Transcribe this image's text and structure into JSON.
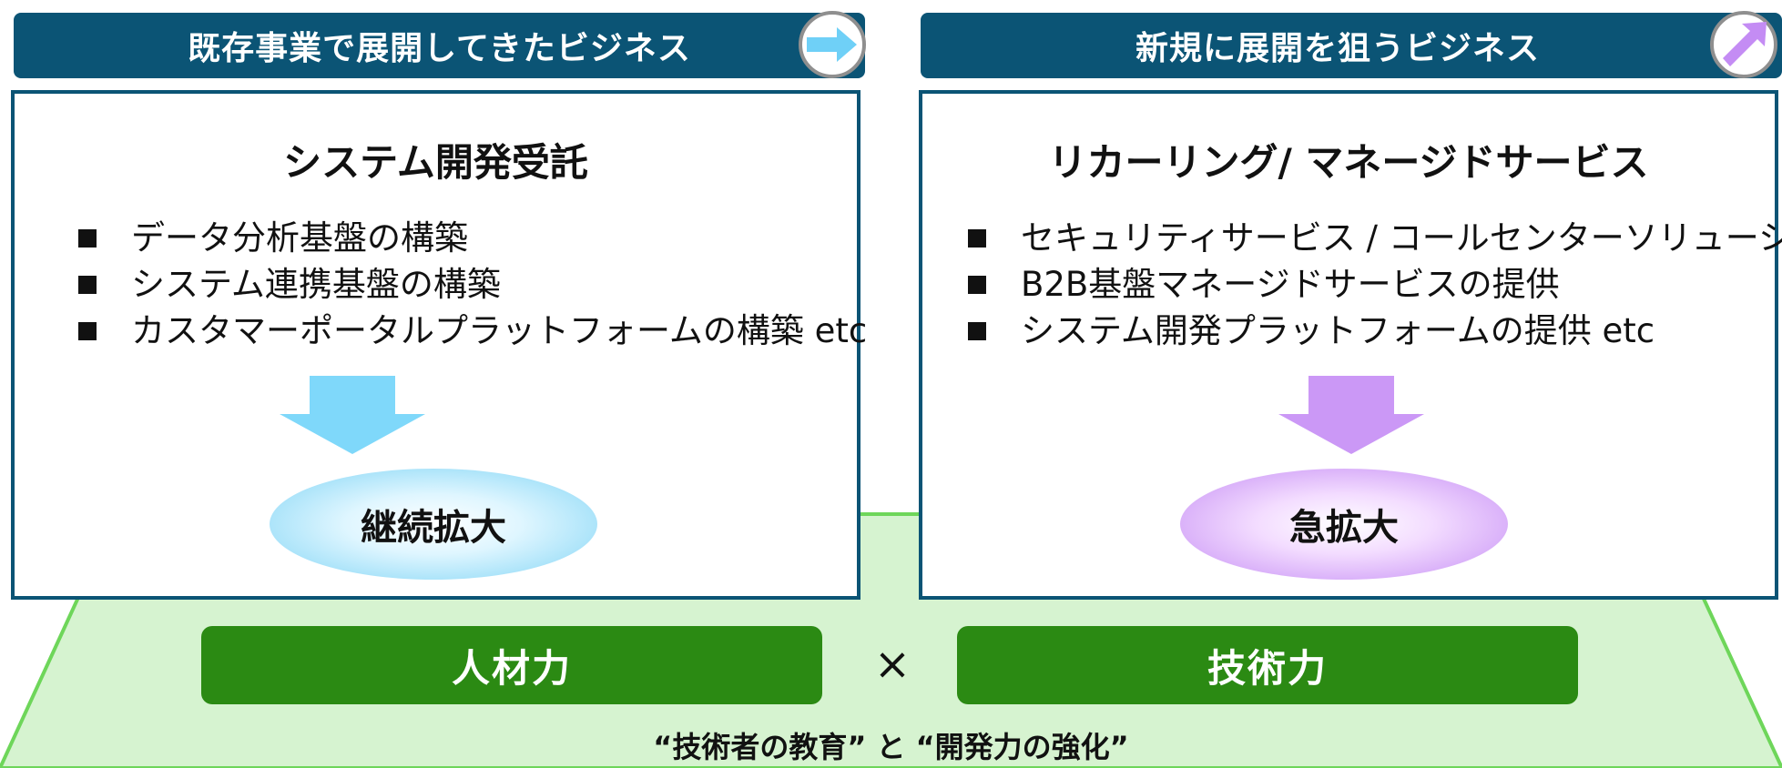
{
  "headers": {
    "left": "既存事業で展開してきたビジネス",
    "right": "新規に展開を狙うビジネス"
  },
  "icons": {
    "left": "right-arrow-icon",
    "right": "up-right-arrow-icon"
  },
  "left_card": {
    "title": "システム開発受託",
    "bullets": [
      "データ分析基盤の構築",
      "システム連携基盤の構築",
      "カスタマーポータルプラットフォームの構築 etc"
    ],
    "result": "継続拡大"
  },
  "right_card": {
    "title": "リカーリング/ マネージドサービス",
    "bullets": [
      "セキュリティサービス / コールセンターソリューション",
      "B2B基盤マネージドサービスの提供",
      "システム開発プラットフォームの提供 etc"
    ],
    "result": "急拡大"
  },
  "foundation": {
    "left_label": "人材力",
    "operator": "×",
    "right_label": "技術力",
    "caption": "“技術者の教育” と “開発力の強化”"
  },
  "colors": {
    "header_bg": "#0b5475",
    "card_border": "#0b5475",
    "left_accent": "#7fd4f5",
    "right_accent": "#c48cf4",
    "foundation_fill": "#d6f3d0",
    "foundation_stroke": "#6ed65a",
    "pill_bg": "#2b8a13"
  }
}
